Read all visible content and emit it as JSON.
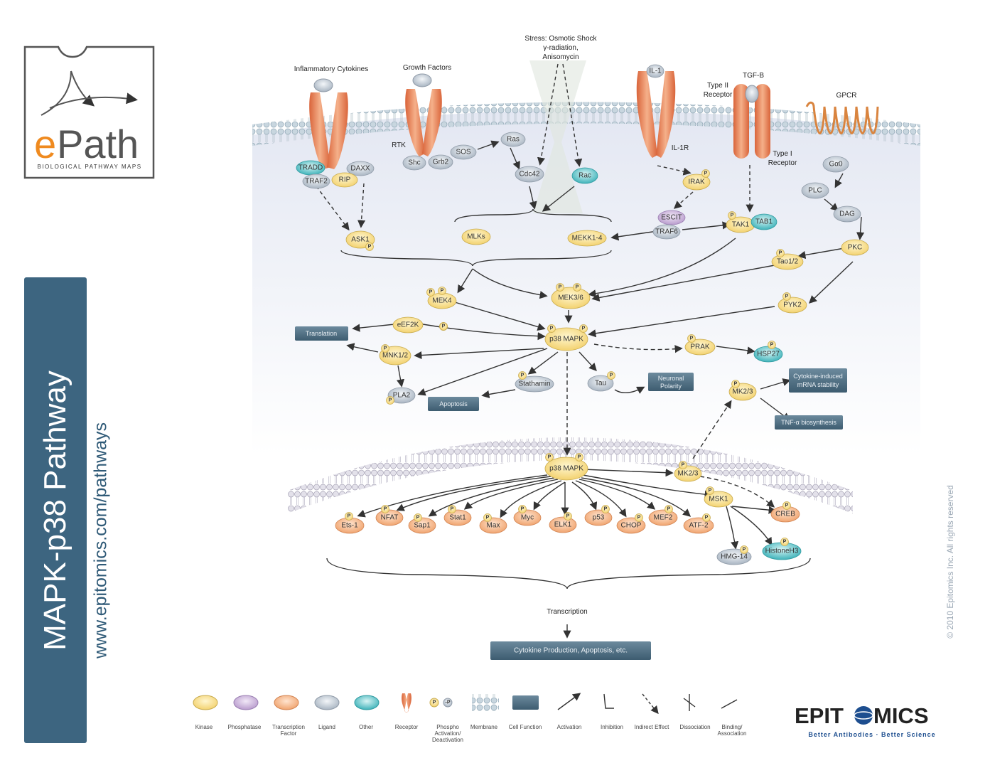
{
  "title": "MAPK-p38 Pathway",
  "url": "www.epitomics.com/pathways",
  "copyright": "© 2010 Epitomics Inc. All rights reserved",
  "logo": {
    "brand": "ePath",
    "subtitle": "BIOLOGICAL PATHWAY MAPS"
  },
  "company": {
    "name": "EPITOMICS",
    "tagline": "Better Antibodies · Better Science"
  },
  "labels": {
    "stress": [
      "Stress: Osmotic Shock",
      "γ-radiation,",
      "Anisomycin"
    ],
    "inflammatory": "Inflammatory Cytokines",
    "growth": "Growth Factors",
    "rtk": "RTK",
    "il1r": "IL-1R",
    "type2": [
      "Type II",
      "Receptor"
    ],
    "tgfb": "TGF-B",
    "type1": [
      "Type I",
      "Receptor"
    ],
    "gpcr": "GPCR",
    "transcription": "Transcription"
  },
  "nodes": {
    "il1": "IL-1",
    "tradd": "TRADD",
    "daxx": "DAXX",
    "traf2": "TRAF2",
    "rip": "RIP",
    "shc": "Shc",
    "grb2": "Grb2",
    "sos": "SOS",
    "ras": "Ras",
    "cdc42": "Cdc42",
    "rac": "Rac",
    "irak": "IRAK",
    "escit": "ESCIT",
    "traf6": "TRAF6",
    "tak1": "TAK1",
    "tab1": "TAB1",
    "ga0": "Gα0",
    "plc": "PLC",
    "dag": "DAG",
    "pkc": "PKC",
    "tao12": "Tao1/2",
    "pyk2": "PYK2",
    "ask1": "ASK1",
    "mlks": "MLKs",
    "mekk14": "MEKK1-4",
    "mek4": "MEK4",
    "mek36": "MEK3/6",
    "eef2k": "eEF2K",
    "p38": "p38 MAPK",
    "mnk12": "MNK1/2",
    "pla2": "PLA2",
    "stathamin": "Stathamin",
    "tau": "Tau",
    "prak": "PRAK",
    "hsp27": "HSP27",
    "mk23": "MK2/3",
    "p38n": "p38 MAPK",
    "mk23n": "MK2/3",
    "msk1": "MSK1",
    "ets1": "Ets-1",
    "nfat": "NFAT",
    "sap1": "Sap1",
    "stat1": "Stat1",
    "max": "Max",
    "myc": "Myc",
    "elk1": "ELK1",
    "p53": "p53",
    "chop": "CHOP",
    "mef2": "MEF2",
    "atf2": "ATF-2",
    "creb": "CREB",
    "hmg14": "HMG-14",
    "histoneh3": "HistoneH3",
    "p": "P"
  },
  "cell_functions": {
    "translation": "Translation",
    "apoptosis": "Apoptosis",
    "neuronal": [
      "Neuronal",
      "Polarity"
    ],
    "cytokine_mrna": [
      "Cytokine-induced",
      "mRNA stability"
    ],
    "tnf": "TNF-α biosynthesis",
    "final": "Cytokine Production, Apoptosis, etc."
  },
  "legend": [
    {
      "label": [
        "Kinase"
      ]
    },
    {
      "label": [
        "Phosphatase"
      ]
    },
    {
      "label": [
        "Transcription",
        "Factor"
      ]
    },
    {
      "label": [
        "Ligand"
      ]
    },
    {
      "label": [
        "Other"
      ]
    },
    {
      "label": [
        "Receptor"
      ]
    },
    {
      "label": [
        "Phospho",
        "Activation/",
        "Deactivation"
      ]
    },
    {
      "label": [
        "Membrane"
      ]
    },
    {
      "label": [
        "Cell Function"
      ]
    },
    {
      "label": [
        "Activation"
      ]
    },
    {
      "label": [
        "Inhibition"
      ]
    },
    {
      "label": [
        "Indirect Effect"
      ]
    },
    {
      "label": [
        "Dissociation"
      ]
    },
    {
      "label": [
        "Binding/",
        "Association"
      ]
    }
  ],
  "colors": {
    "kinase": "#f7dc86",
    "phosphatase": "#c9b3d9",
    "tf": "#f7b98d",
    "ligand": "#c4ccd6",
    "other": "#6cc7cc",
    "receptor": "#e8845a",
    "cell": "#46667a",
    "brand": "#1d4e8f",
    "orange": "#ef8a1f"
  }
}
